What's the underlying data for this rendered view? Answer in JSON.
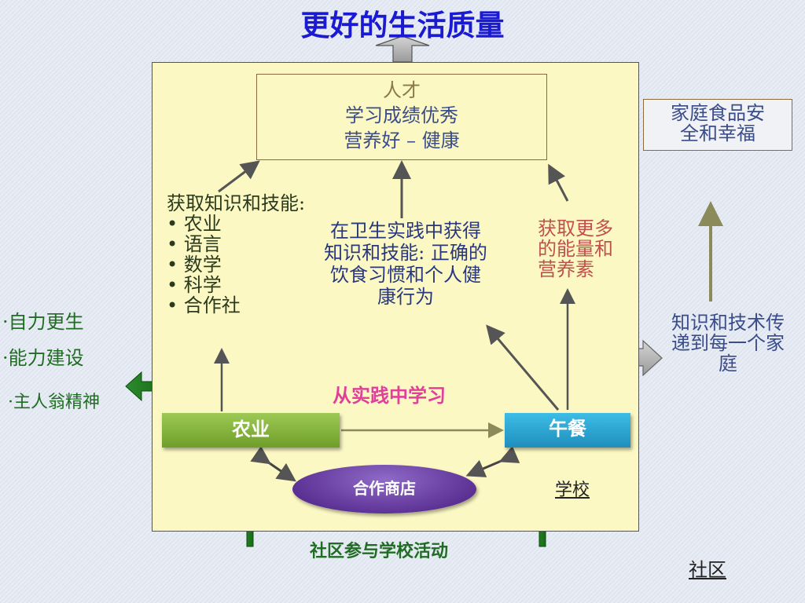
{
  "title": "更好的生活质量",
  "talent": {
    "heading": "人才",
    "line1": "学习成绩优秀",
    "line2": "营养好 – 健康"
  },
  "family_box": {
    "line1": "家庭食品安",
    "line2": "全和幸福"
  },
  "skills": {
    "heading": "获取知识和技能:",
    "items": [
      "• 农业",
      "• 语言",
      "• 数学",
      "• 科学",
      "• 合作社"
    ]
  },
  "hygiene": {
    "line1": "在卫生实践中获得",
    "line2": "知识和技能: 正确的",
    "line3": "饮食习惯和个人健",
    "line4": "康行为"
  },
  "energy": {
    "line1": "获取更多",
    "line2": "的能量和",
    "line3": "营养素"
  },
  "learn_by_doing": "从实践中学习",
  "agriculture": "农业",
  "lunch": "午餐",
  "coop_store": "合作商店",
  "school": "学校",
  "community": "社区",
  "participation": "社区参与学校活动",
  "side": {
    "item1": "·自力更生",
    "item2": "·能力建设",
    "item3": "·主人翁精神"
  },
  "transfer": {
    "line1": "知识和技术传",
    "line2": "递到每一个家",
    "line3": "庭"
  },
  "colors": {
    "school_bg": "#fbf8c4",
    "agri_green": "#8cbf45",
    "lunch_blue": "#2fa6d4",
    "coop_purple": "#6b42a8",
    "title_blue": "#1a1ad2",
    "pink": "#e0409a",
    "dark_green": "#1f6d22"
  }
}
